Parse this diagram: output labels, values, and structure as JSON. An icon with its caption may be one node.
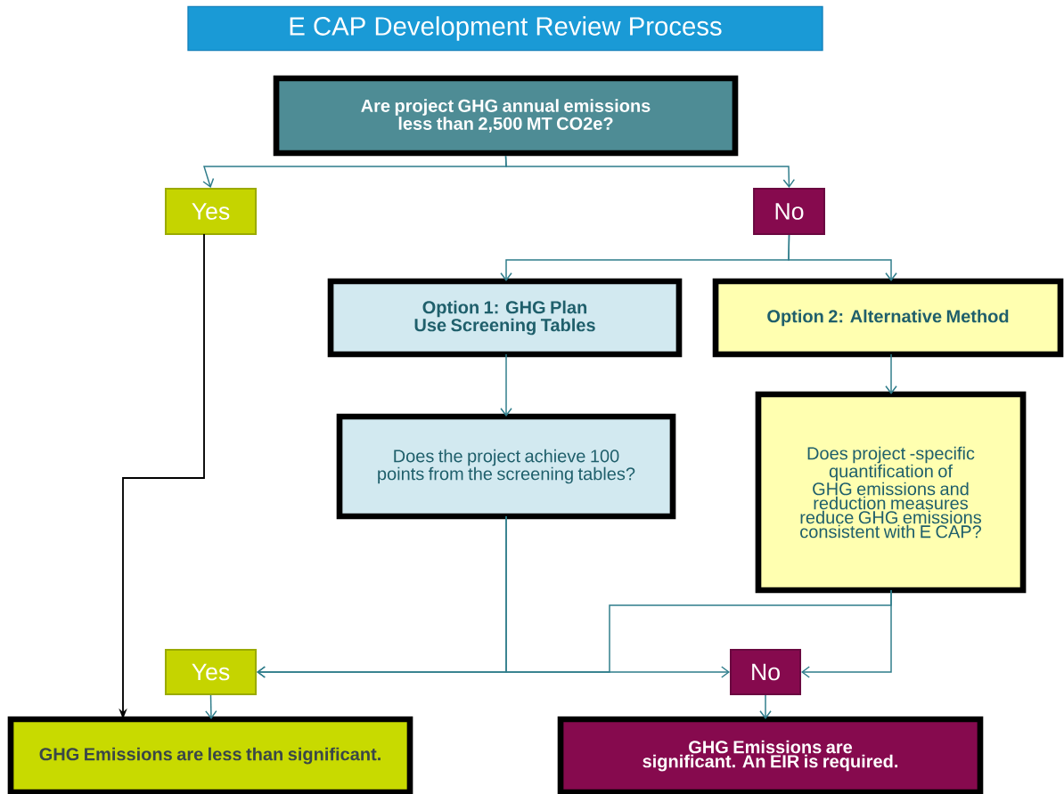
{
  "diagram": {
    "title": "E CAP Development Review Process",
    "nodes": [
      {
        "text": [
          "Are project GHG annual emissions less than 2,500 MT CO2e?"
        ]
      },
      {
        "text": [
          "Yes"
        ]
      },
      {
        "text": [
          "No"
        ]
      },
      {
        "text": [
          "Option 1: GHG Plan Use Screening Tables"
        ]
      },
      {
        "text": [
          "Option 2: Alternative Method"
        ]
      },
      {
        "text": [
          "Does the project achieve 100 points from the screening tables?"
        ]
      },
      {
        "text": [
          "Does project -specific quantification of GHG emissions and reduction measures reduce GHG emissions consistent with E CAP?"
        ]
      },
      {
        "text": [
          "Yes"
        ]
      },
      {
        "text": [
          "No"
        ]
      },
      {
        "text": [
          "GHG Emissions are less than significant."
        ]
      },
      {
        "text": [
          "GHG Emissions are significant. An EIR is required."
        ]
      }
    ],
    "edges": [
      {
        "from": 0,
        "to": 1,
        "arrow": "to"
      },
      {
        "from": 0,
        "to": 2,
        "arrow": "to"
      },
      {
        "from": 2,
        "to": 3,
        "arrow": "to"
      },
      {
        "from": 2,
        "to": 4,
        "arrow": "to"
      },
      {
        "from": 3,
        "to": 5,
        "arrow": "to"
      },
      {
        "from": 4,
        "to": 6,
        "arrow": "to"
      },
      {
        "from": 1,
        "to": 9,
        "arrow": "to",
        "color": "#000000"
      },
      {
        "from": 5,
        "to": 7,
        "arrow": "to"
      },
      {
        "from": 5,
        "to": 8,
        "arrow": "to"
      },
      {
        "from": 6,
        "to": 7,
        "arrow": "to"
      },
      {
        "from": 6,
        "to": 8,
        "arrow": "to"
      },
      {
        "from": 7,
        "to": 9,
        "arrow": "to"
      },
      {
        "from": 8,
        "to": 10,
        "arrow": "to"
      }
    ]
  }
}
